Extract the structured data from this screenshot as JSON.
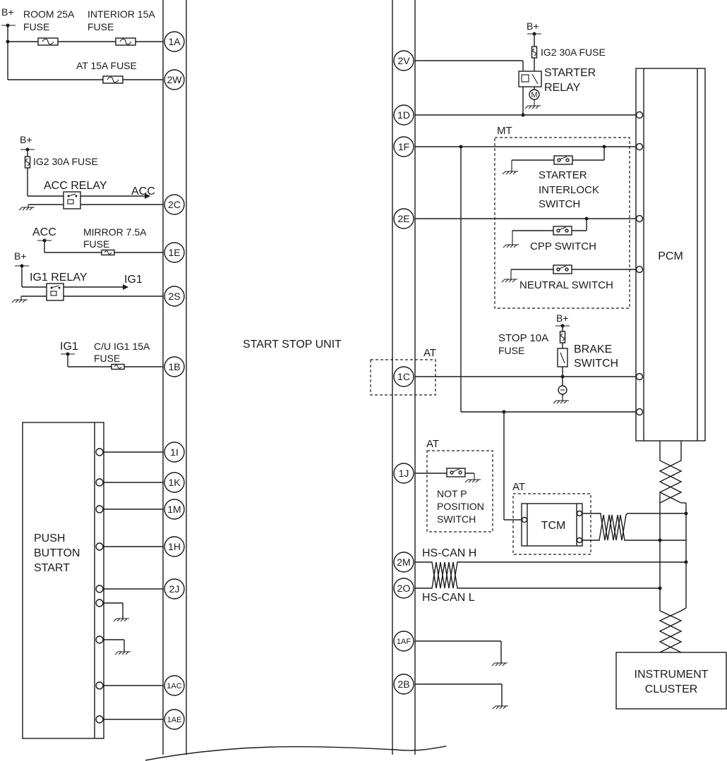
{
  "units": {
    "start_stop": "START STOP UNIT",
    "pcm": "PCM",
    "push_line1": "PUSH",
    "push_line2": "BUTTON",
    "push_line3": "START",
    "tcm": "TCM",
    "ic_line1": "INSTRUMENT",
    "ic_line2": "CLUSTER"
  },
  "labels": {
    "bplus": "B+",
    "acc": "ACC",
    "ig1": "IG1",
    "room_fuse_1": "ROOM 25A",
    "room_fuse_2": "FUSE",
    "interior_fuse_1": "INTERIOR 15A",
    "interior_fuse_2": "FUSE",
    "at_fuse": "AT 15A FUSE",
    "ig2_fuse": "IG2 30A FUSE",
    "acc_relay": "ACC RELAY",
    "mirror_fuse_1": "MIRROR 7.5A",
    "mirror_fuse_2": "FUSE",
    "ig1_relay": "IG1 RELAY",
    "cu_fuse_1": "C/U IG1 15A",
    "cu_fuse_2": "FUSE",
    "starter_relay_1": "STARTER",
    "starter_relay_2": "RELAY",
    "mt": "MT",
    "at": "AT",
    "interlock_1": "STARTER",
    "interlock_2": "INTERLOCK",
    "interlock_3": "SWITCH",
    "cpp": "CPP SWITCH",
    "neutral": "NEUTRAL SWITCH",
    "stop_fuse_1": "STOP 10A",
    "stop_fuse_2": "FUSE",
    "brake_1": "BRAKE",
    "brake_2": "SWITCH",
    "notp_1": "NOT P",
    "notp_2": "POSITION",
    "notp_3": "SWITCH",
    "can_h": "HS-CAN H",
    "can_l": "HS-CAN L"
  },
  "pins": {
    "p1A": "1A",
    "p2W": "2W",
    "p2C": "2C",
    "p1E": "1E",
    "p2S": "2S",
    "p1B": "1B",
    "p1I": "1I",
    "p1K": "1K",
    "p1M": "1M",
    "p1H": "1H",
    "p2J": "2J",
    "p1AC": "1AC",
    "p1AE": "1AE",
    "p2V": "2V",
    "p1D": "1D",
    "p1F": "1F",
    "p2E": "2E",
    "p1C": "1C",
    "p1J": "1J",
    "p2M": "2M",
    "p2O": "2O",
    "p1AF": "1AF",
    "p2B": "2B"
  }
}
